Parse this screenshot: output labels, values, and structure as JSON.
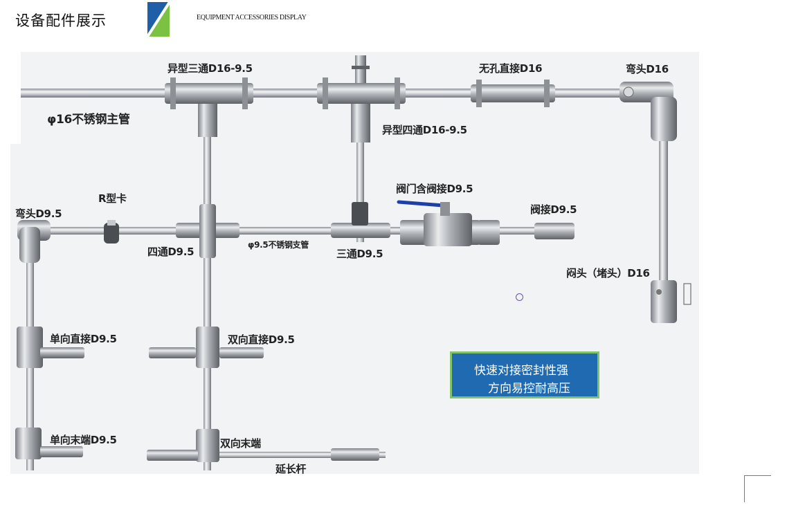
{
  "header": {
    "title": "设备配件展示",
    "subtitle": "EQUIPMENT ACCESSORIES DISPLAY"
  },
  "colors": {
    "logo_green": "#7cc242",
    "logo_blue": "#1f5fa8",
    "callout_bg": "#1f6ab0",
    "callout_border": "#7fc36a",
    "pipe_steel": "#c9cdd1"
  },
  "labels": {
    "main_pipe": "φ16不锈钢主管",
    "special_tee": "异型三通D16-9.5",
    "special_cross": "异型四通D16-9.5",
    "straight_no_hole": "无孔直接D16",
    "elbow_d16": "弯头D16",
    "elbow_d95": "弯头D9.5",
    "r_clip": "R型卡",
    "cross_d95": "四通D9.5",
    "branch_pipe": "φ9.5不锈钢支管",
    "tee_d95": "三通D9.5",
    "valve": "阀门含阀接D9.5",
    "valve_joint": "阀接D9.5",
    "plug": "闷头（堵头）D16",
    "one_way_straight": "单向直接D9.5",
    "two_way_straight": "双向直接D9.5",
    "one_way_end": "单向末端D9.5",
    "two_way_end": "双向末端",
    "extension_rod": "延长杆"
  },
  "callout": {
    "line1": "快速对接密封性强",
    "line2": "方向易控耐高压"
  }
}
